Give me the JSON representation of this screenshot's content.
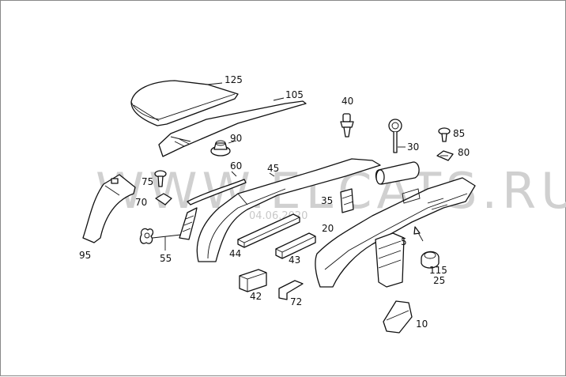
{
  "watermark": {
    "text": "WWW.ELCATS.RU",
    "date": "04.06.2020"
  },
  "callouts": {
    "p125": "125",
    "p105": "105",
    "p40": "40",
    "p90": "90",
    "p85": "85",
    "p30": "30",
    "p80": "80",
    "p60": "60",
    "p45": "45",
    "p75": "75",
    "p70": "70",
    "p35": "35",
    "p20": "20",
    "p5": "5",
    "p95": "95",
    "p55": "55",
    "p44": "44",
    "p43": "43",
    "p115": "115",
    "p25": "25",
    "p42": "42",
    "p72": "72",
    "p10": "10"
  }
}
